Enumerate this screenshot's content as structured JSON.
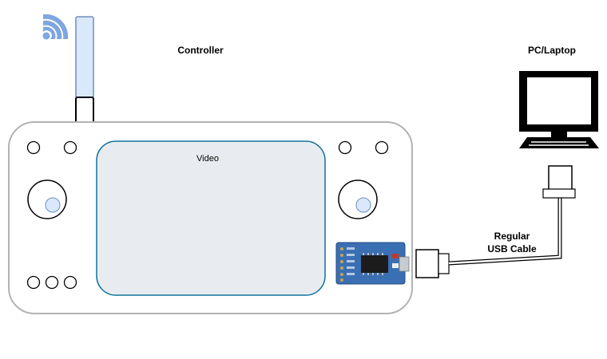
{
  "labels": {
    "controller": "Controller",
    "pc": "PC/Laptop",
    "video": "Video",
    "usb_line1": "Regular",
    "usb_line2": "USB Cable"
  },
  "icons": {
    "wireless": "wifi-icon",
    "computer": "computer-monitor-icon",
    "usb_board": "usb-ttl-board-icon"
  },
  "colors": {
    "antenna_fill": "#dae8fc",
    "antenna_stroke": "#6c8ebf",
    "screen_fill": "#e8ecf0",
    "screen_stroke": "#10739e",
    "body_stroke": "#b3b3b3",
    "board_blue": "#3b6fb3",
    "wifi_blue": "#7ea6e0"
  }
}
